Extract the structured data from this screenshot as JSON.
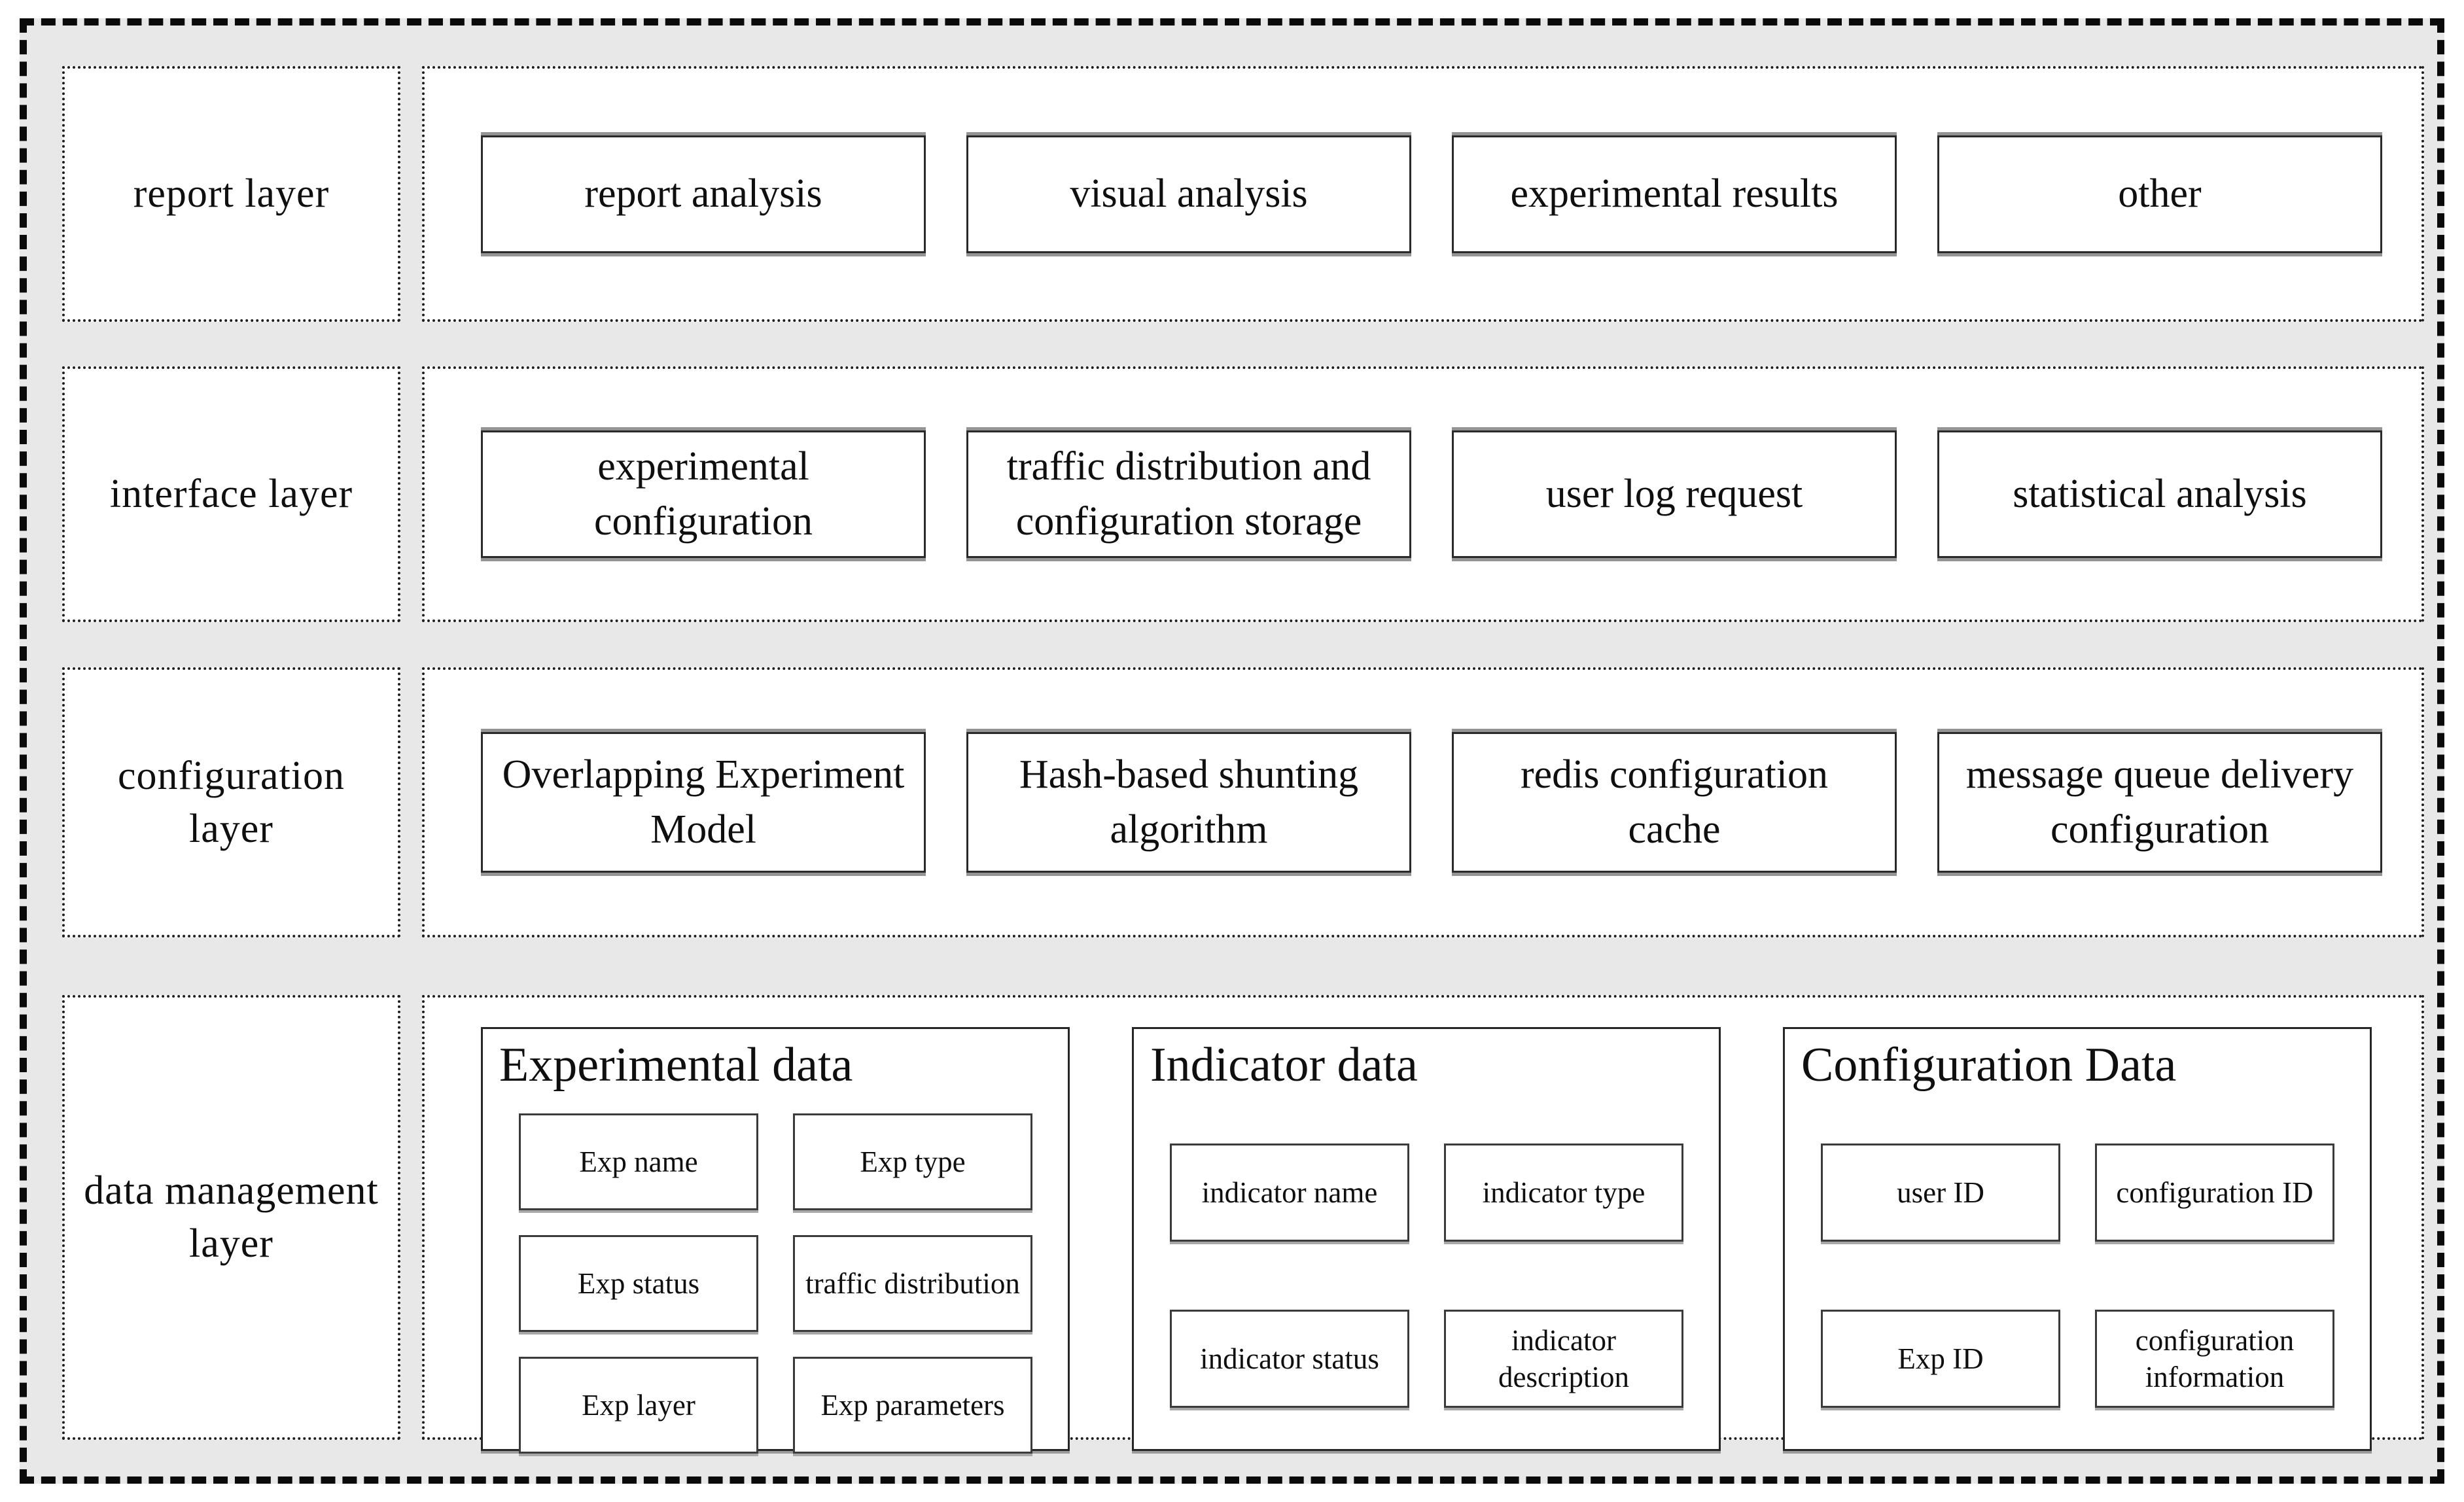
{
  "diagram": {
    "colors": {
      "inner_background": "#e8e8e8",
      "panel_background": "#ffffff",
      "border_dark": "#262626",
      "border_shade": "#949494",
      "text": "#0f0f0f"
    },
    "layers": [
      {
        "label": "report layer",
        "boxes": [
          "report analysis",
          "visual analysis",
          "experimental results",
          "other"
        ]
      },
      {
        "label": "interface layer",
        "boxes": [
          "experimental configuration",
          "traffic distribution and configuration storage",
          "user log request",
          "statistical analysis"
        ]
      },
      {
        "label": "configuration layer",
        "boxes": [
          "Overlapping Experiment Model",
          "Hash-based shunting algorithm",
          "redis configuration cache",
          "message queue delivery configuration"
        ]
      },
      {
        "label": "data management layer",
        "groups": [
          {
            "title": "Experimental data",
            "fields": [
              "Exp name",
              "Exp type",
              "Exp status",
              "traffic distribution",
              "Exp layer",
              "Exp parameters"
            ]
          },
          {
            "title": "Indicator data",
            "fields": [
              "indicator name",
              "indicator type",
              "indicator status",
              "indicator description"
            ]
          },
          {
            "title": "Configuration Data",
            "fields": [
              "user ID",
              "configuration ID",
              "Exp ID",
              "configuration information"
            ]
          }
        ]
      }
    ]
  }
}
